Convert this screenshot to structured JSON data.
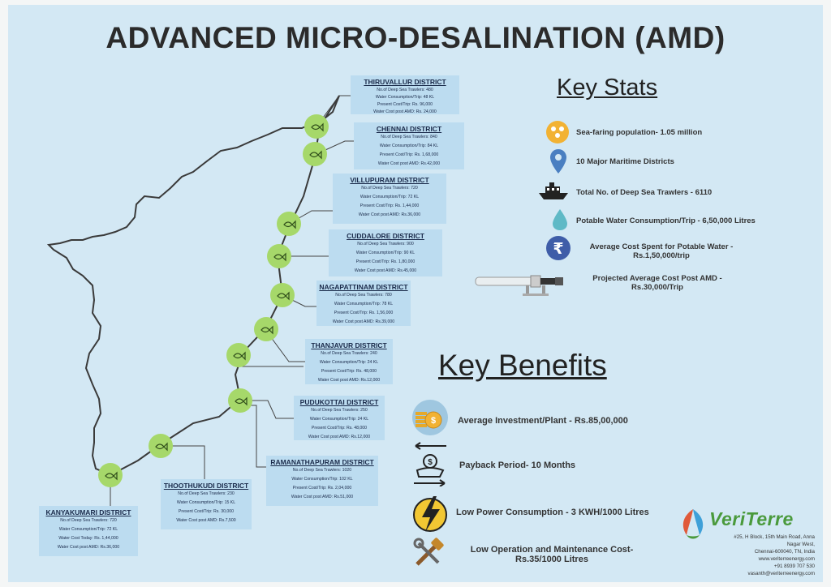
{
  "title": "ADVANCED MICRO-DESALINATION (AMD)",
  "districts": [
    {
      "name": "THIRUVALLUR DISTRICT",
      "rows": [
        "No.of Deep Sea Trawlers: 480",
        "Water Consumption/Trip: 48 KL",
        "Present Cost/Trip: Rs. 96,000",
        "Water Cost post AMD: Rs. 24,000"
      ]
    },
    {
      "name": "CHENNAI DISTRICT",
      "rows": [
        "No.of Deep Sea Trawlers: 840",
        "Water Consumption/Trip: 84 KL",
        "Present Cost/Trip: Rs. 1,68,000",
        "Water Cost post AMD: Rs.42,000"
      ]
    },
    {
      "name": "VILLUPURAM  DISTRICT",
      "rows": [
        "No.of Deep Sea Trawlers: 720",
        "Water Consumption/Trip: 72 KL",
        "Present Cost/Trip: Rs. 1,44,000",
        "Water Cost post AMD: Rs.36,000"
      ]
    },
    {
      "name": "CUDDALORE DISTRICT",
      "rows": [
        "No.of Deep Sea Trawlers: 900",
        "Water Consumption/Trip: 90 KL",
        "Present Cost/Trip: Rs. 1,80,000",
        "Water Cost post AMD: Rs.45,000"
      ]
    },
    {
      "name": "NAGAPATTINAM DISTRICT",
      "rows": [
        "No.of Deep Sea Trawlers: 780",
        "Water Consumption/Trip: 78 KL",
        "Present Cost/Trip: Rs. 1,56,000",
        "Water Cost post AMD: Rs.39,000"
      ]
    },
    {
      "name": "THANJAVUR DISTRICT",
      "rows": [
        "No.of Deep Sea Trawlers: 240",
        "Water Consumption/Trip: 24 KL",
        "Present Cost/Trip: Rs. 48,000",
        "Water Cost post AMD: Rs.12,000"
      ]
    },
    {
      "name": "PUDUKOTTAI DISTRICT",
      "rows": [
        "No.of Deep Sea Trawlers: 250",
        "Water Consumption/Trip: 24 KL",
        "Present Cost/Trip: Rs. 48,000",
        "Water Cost post AMD: Rs.12,000"
      ]
    },
    {
      "name": "RAMANATHAPURAM DISTRICT",
      "rows": [
        "No.of Deep Sea Trawlers: 1020",
        "Water Consumption/Trip: 102 KL",
        "Present Cost/Trip: Rs. 2,04,000",
        "Water Cost post AMD: Rs.51,000"
      ]
    },
    {
      "name": "THOOTHUKUDI DISTRICT",
      "rows": [
        "No.of Deep Sea Trawlers: 230",
        "Water Consumption/Trip: 15 KL",
        "Present Cost/Trip: Rs. 30,000",
        "Water Cost post AMD: Rs.7,500"
      ]
    },
    {
      "name": "KANYAKUMARI DISTRICT",
      "rows": [
        "No.of Deep Sea Trawlers: 720",
        "Water Consumption/Trip: 72 KL",
        "Water Cost Today: Rs. 1,44,000",
        "Water Cost post AMD: Rs.36,000"
      ]
    }
  ],
  "key_stats": {
    "heading": "Key Stats",
    "items": [
      "Sea-faring population- 1.05 million",
      "10 Major Maritime Districts",
      "Total No. of Deep Sea Trawlers - 6110",
      "Potable Water Consumption/Trip - 6,50,000 Litres",
      "Average Cost Spent for Potable Water -",
      "Rs.1,50,000/trip",
      "Projected Average Cost Post AMD -",
      "Rs.30,000/Trip"
    ],
    "rupee_symbol": "₹"
  },
  "key_benefits": {
    "heading": "Key Benefits",
    "items": [
      "Average Investment/Plant - Rs.85,00,000",
      "Payback Period- 10 Months",
      "Low Power Consumption - 3 KWH/1000 Litres",
      "Low Operation and Maintenance Cost-",
      "Rs.35/1000 Litres"
    ]
  },
  "company": {
    "name": "VeriTerre",
    "address": [
      "#25, H Block, 15th Main Road, Anna",
      "Nagar West,",
      "Chennai-600040, TN, India",
      "www.veriterreenergy.com",
      "+91 8939 707 530",
      "vasanth@veriterreenergy.com"
    ]
  },
  "icons": [
    "population-icon",
    "location-pin-icon",
    "ship-icon",
    "water-drop-icon",
    "rupee-icon",
    "amd-unit-icon",
    "coins-icon",
    "payback-icon",
    "lightning-icon",
    "tools-icon",
    "fish-icon"
  ],
  "colors": {
    "background": "#d3e8f4",
    "box": "#bcdcf0",
    "marker": "#a6d86a",
    "brand_green": "#4a9a3c"
  }
}
